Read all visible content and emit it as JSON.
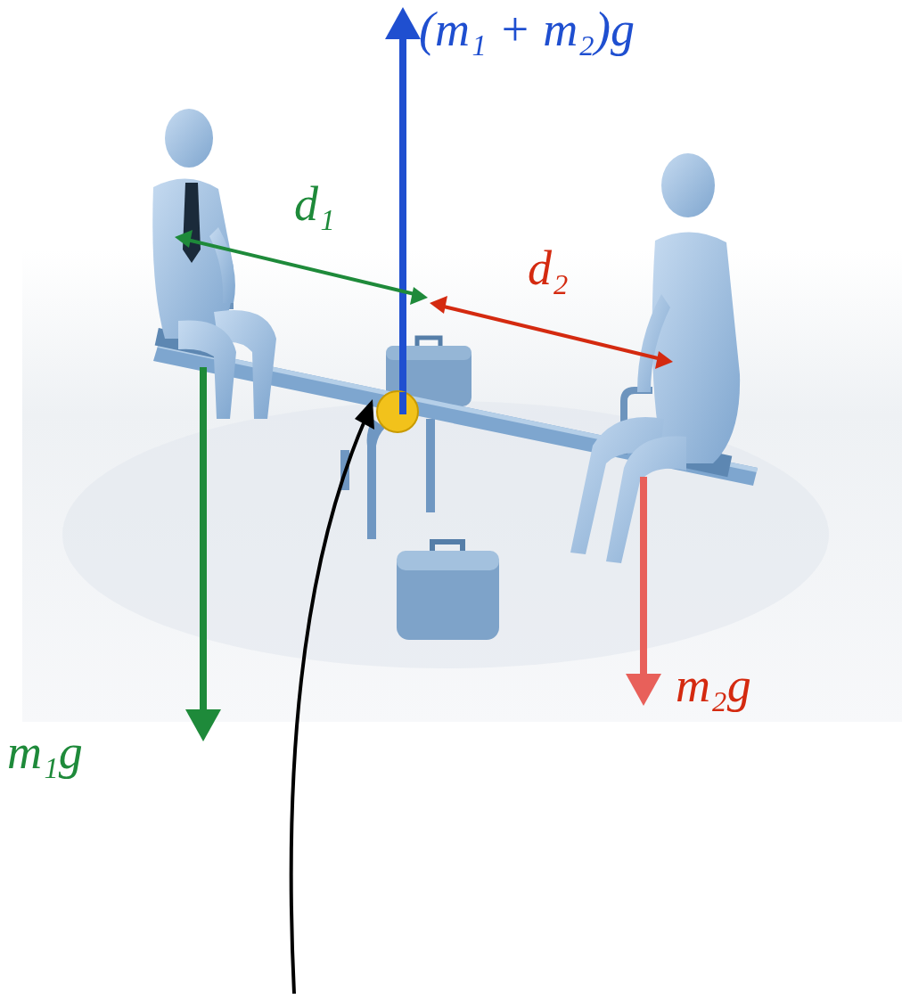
{
  "diagram": {
    "labels": [
      "(m₁ + m₂)g",
      "d₁",
      "d₂",
      "m₁g",
      "m₂g"
    ]
  }
}
